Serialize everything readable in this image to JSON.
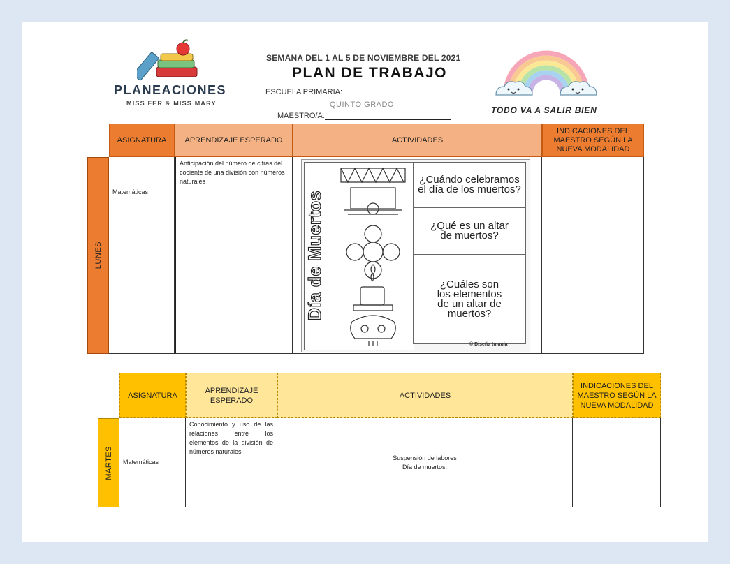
{
  "header": {
    "logo_title": "PLANEACIONES",
    "logo_subtitle": "MISS FER & MISS MARY",
    "week": "SEMANA DEL 1 AL 5 DE NOVIEMBRE DEL 2021",
    "plan_title": "PLAN DE TRABAJO",
    "school_label": "ESCUELA PRIMARIA:",
    "grade": "QUINTO GRADO",
    "teacher_label": "MAESTRO/A:",
    "motto": "TODO VA A SALIR BIEN"
  },
  "table_headers": {
    "subject": "ASIGNATURA",
    "learning": "APRENDIZAJE ESPERADO",
    "activities": "ACTIVIDADES",
    "teacher_notes": "INDICACIONES DEL MAESTRO SEGÚN LA NUEVA MODALIDAD"
  },
  "monday": {
    "day": "LUNES",
    "subject": "Matemáticas",
    "learning": "Anticipación del número de cifras del cociente de una división con números naturales",
    "activity_image": {
      "vertical_title": "Día de Muertos",
      "questions": [
        "¿Cuándo celebramos el día de los muertos?",
        "¿Qué es un altar de muertos?",
        "¿Cuáles son los elementos de un altar de muertos?"
      ],
      "credit": "© Diseña tu aula"
    }
  },
  "tuesday": {
    "day": "MARTES",
    "subject": "Matemáticas",
    "learning": "Conocimiento y uso de las relaciones entre los elementos de la división de números naturales",
    "activity_line1": "Suspensión de labores",
    "activity_line2": "Día de muertos."
  },
  "colors": {
    "page_bg": "#dde6f3",
    "orange_light": "#f4b183",
    "orange_dark": "#ec7c30",
    "yellow_light": "#ffe699",
    "yellow_dark": "#ffc000"
  }
}
